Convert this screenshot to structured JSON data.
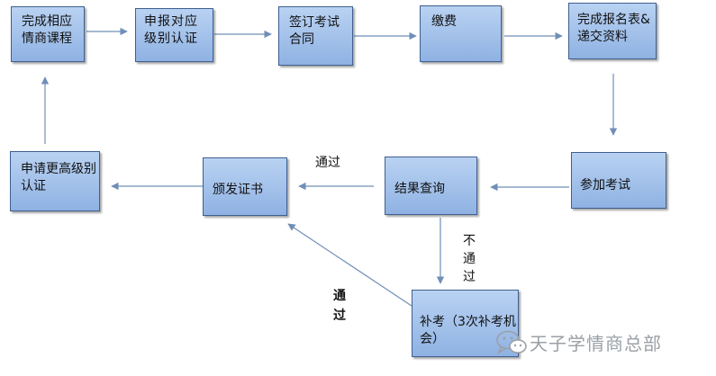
{
  "nodes": {
    "complete_course": "完成相应情商课程",
    "apply_level": "申报对应级别认证",
    "sign_contract": "签订考试合同",
    "pay_fee": "缴费",
    "submit_forms": "完成报名表&递交资料",
    "take_exam": "参加考试",
    "query_result": "结果查询",
    "issue_certificate": "颁发证书",
    "apply_higher": "申请更高级别认证",
    "makeup_exam": "补考（3次补考机会）"
  },
  "edge_labels": {
    "pass_top": "通过",
    "fail": "不通过",
    "pass_bottom": "通过"
  },
  "watermark": {
    "text": "天子学情商总部",
    "icon": "wechat-icon"
  },
  "colors": {
    "box_fill": "#a8c4ec",
    "box_border": "#3f5f8f",
    "arrow": "#6f8fb8"
  }
}
